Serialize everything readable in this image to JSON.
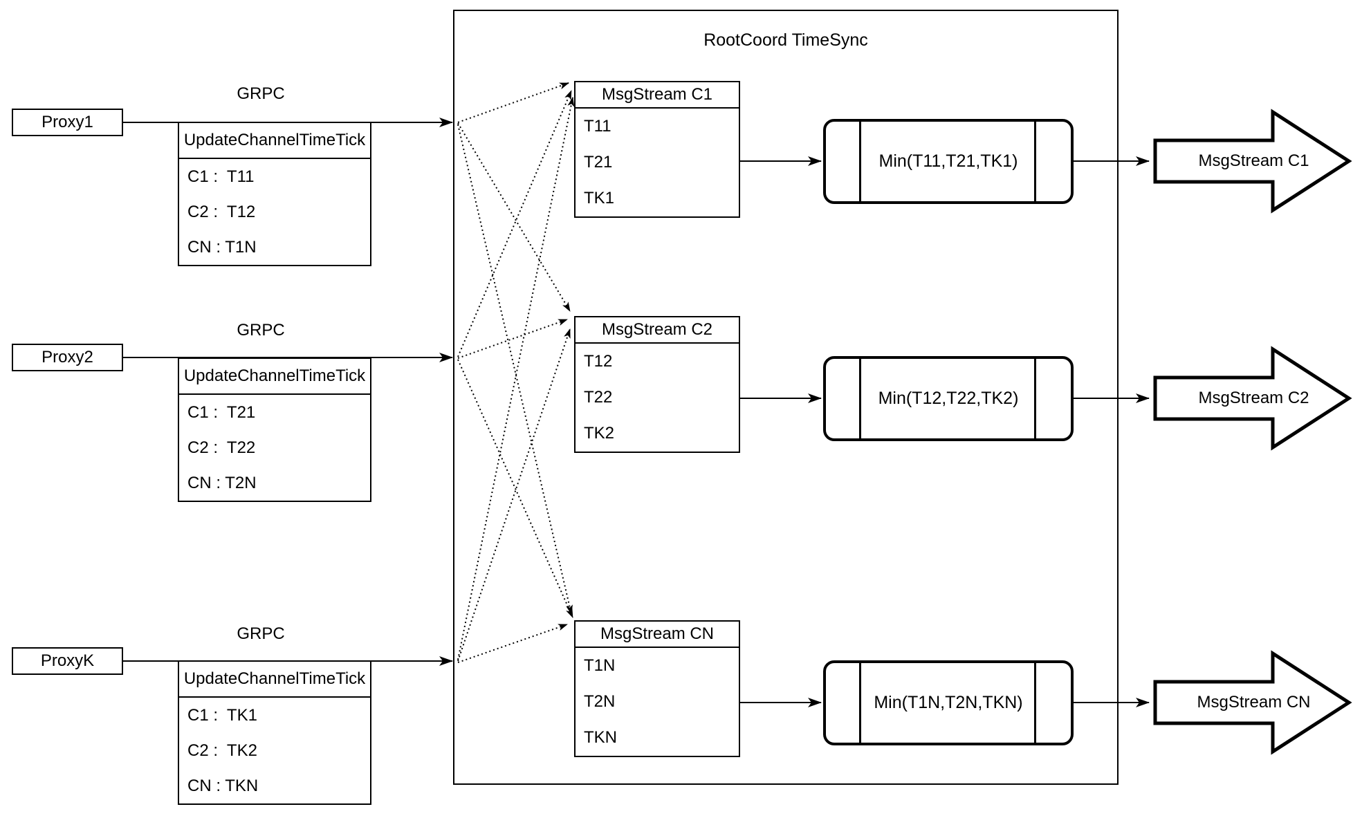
{
  "container": {
    "title": "RootCoord TimeSync"
  },
  "proxies": [
    {
      "label": "Proxy1",
      "grpc_label": "GRPC",
      "table_header": "UpdateChannelTimeTick",
      "rows": [
        "C1 :  T11",
        "C2 :  T12",
        "CN : T1N"
      ]
    },
    {
      "label": "Proxy2",
      "grpc_label": "GRPC",
      "table_header": "UpdateChannelTimeTick",
      "rows": [
        "C1 :  T21",
        "C2 :  T22",
        "CN : T2N"
      ]
    },
    {
      "label": "ProxyK",
      "grpc_label": "GRPC",
      "table_header": "UpdateChannelTimeTick",
      "rows": [
        "C1 :  TK1",
        "C2 :  TK2",
        "CN : TKN"
      ]
    }
  ],
  "streams": [
    {
      "header": "MsgStream C1",
      "ticks": [
        "T11",
        "T21",
        "TK1"
      ],
      "min_label": "Min(T11,T21,TK1)",
      "output_label": "MsgStream C1"
    },
    {
      "header": "MsgStream C2",
      "ticks": [
        "T12",
        "T22",
        "TK2"
      ],
      "min_label": "Min(T12,T22,TK2)",
      "output_label": "MsgStream C2"
    },
    {
      "header": "MsgStream CN",
      "ticks": [
        "T1N",
        "T2N",
        "TKN"
      ],
      "min_label": "Min(T1N,T2N,TKN)",
      "output_label": "MsgStream CN"
    }
  ],
  "colors": {
    "stroke": "#000000",
    "background": "#ffffff"
  }
}
